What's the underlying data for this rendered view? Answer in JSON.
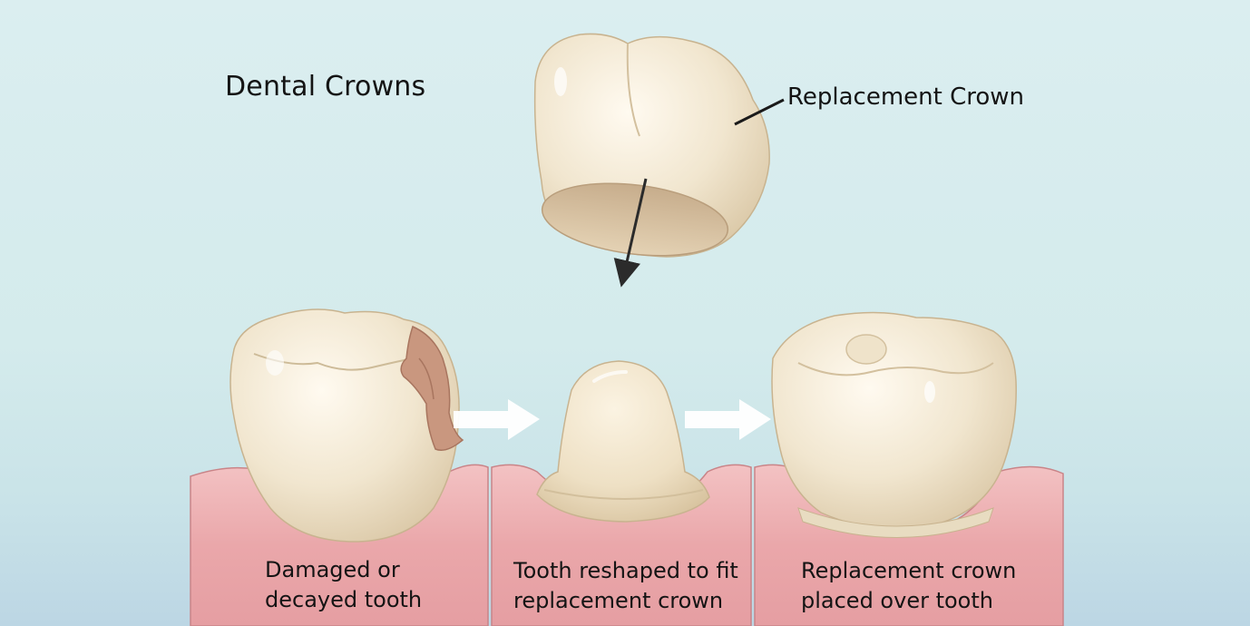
{
  "title": "Dental Crowns",
  "callout": "Replacement Crown",
  "captions": [
    {
      "line1": "Damaged or",
      "line2": "decayed tooth"
    },
    {
      "line1": "Tooth reshaped to fit",
      "line2": "replacement crown"
    },
    {
      "line1": "Replacement crown",
      "line2": "placed over tooth"
    }
  ],
  "colors": {
    "background": "#d4ebec",
    "gum": "#e9a8ab",
    "tooth": "#f2e8d2",
    "decay": "#c9977f",
    "arrow": "#ffffff",
    "text": "#141414"
  }
}
